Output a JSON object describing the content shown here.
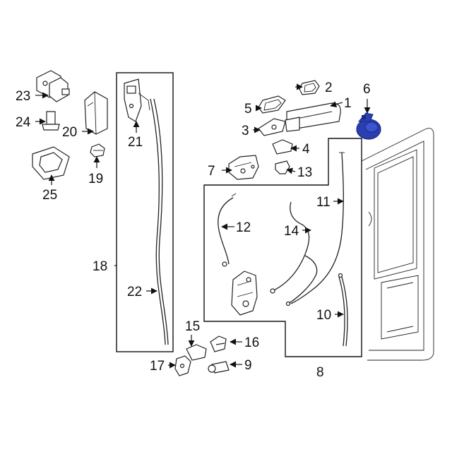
{
  "diagram": {
    "callouts": {
      "c1": "1",
      "c2": "2",
      "c3": "3",
      "c4": "4",
      "c5": "5",
      "c6": "6",
      "c7": "7",
      "c8": "8",
      "c9": "9",
      "c10": "10",
      "c11": "11",
      "c12": "12",
      "c13": "13",
      "c14": "14",
      "c15": "15",
      "c16": "16",
      "c17": "17",
      "c18": "18",
      "c19": "19",
      "c20": "20",
      "c21": "21",
      "c22": "22",
      "c23": "23",
      "c24": "24",
      "c25": "25"
    },
    "colors": {
      "highlight_part": "#2b3fb0",
      "highlight_dark": "#1a2a86",
      "line": "#222222"
    },
    "highlighted_callout": "6"
  }
}
